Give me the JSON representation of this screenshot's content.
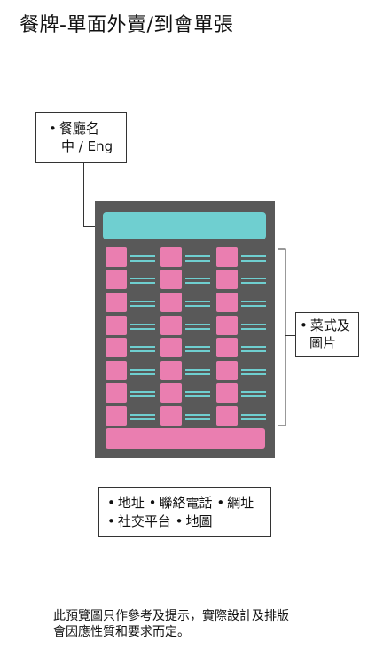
{
  "title": "餐牌-單面外賣/到會單張",
  "labels": {
    "restaurant_name": {
      "line1": "餐廳名",
      "line2": "中 / Eng"
    },
    "dishes": {
      "line1": "菜式及",
      "line2": "圖片"
    },
    "contact": {
      "line1": [
        "地址",
        "聯絡電話",
        "網址"
      ],
      "line2": [
        "社交平台",
        "地圖"
      ]
    }
  },
  "bullet": "•",
  "note": {
    "line1": "此預覽圖只作參考及提示，實際設計及排版",
    "line2": "會因應性質和要求而定。"
  },
  "menu_grid": {
    "columns": 3,
    "rows": 8
  },
  "colors": {
    "card": "#595959",
    "header": "#6fcfd0",
    "item": "#ea7eb0",
    "line": "#6fcfd0"
  }
}
